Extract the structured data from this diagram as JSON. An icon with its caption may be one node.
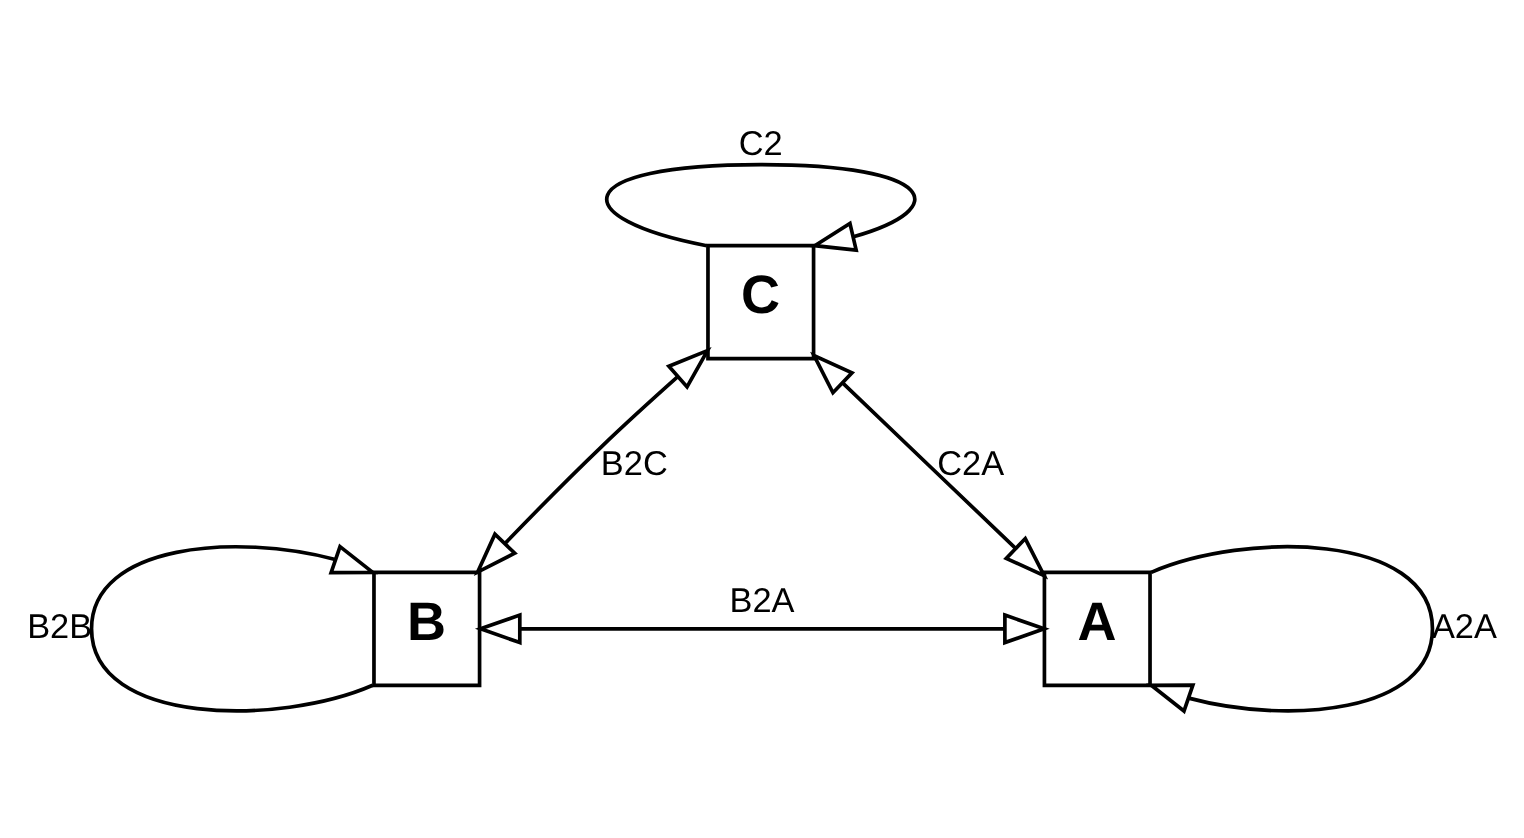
{
  "diagram": {
    "nodes": [
      {
        "text": [
          "C"
        ]
      },
      {
        "text": [
          "B"
        ]
      },
      {
        "text": [
          "A"
        ]
      }
    ],
    "edges": [
      {
        "from": 0,
        "to": 0,
        "arrow": "to",
        "label": "C2"
      },
      {
        "from": 1,
        "to": 0,
        "arrow": "both",
        "label": "B2C"
      },
      {
        "from": 0,
        "to": 2,
        "arrow": "both",
        "label": "C2A"
      },
      {
        "from": 1,
        "to": 1,
        "arrow": "to",
        "label": "B2B"
      },
      {
        "from": 1,
        "to": 2,
        "arrow": "both",
        "label": "B2A"
      },
      {
        "from": 2,
        "to": 2,
        "arrow": "to",
        "label": "A2A"
      }
    ]
  }
}
